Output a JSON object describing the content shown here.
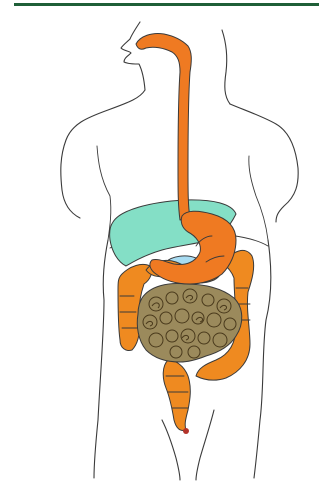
{
  "diagram": {
    "colors": {
      "frame_bar": "#1f5f38",
      "outline": "#3a3a3a",
      "esophagus_stomach": "#ef7a22",
      "liver": "#84dfc6",
      "gallbladder": "#a8dcf2",
      "small_intestine": "#9b8a5c",
      "small_intestine_coil": "#4a3a1c",
      "large_intestine": "#ef8a20",
      "large_intestine_shade": "#c8661a",
      "anus": "#b3332a"
    },
    "organs": [
      {
        "id": "esophagus",
        "color_key": "esophagus_stomach"
      },
      {
        "id": "stomach",
        "color_key": "esophagus_stomach"
      },
      {
        "id": "liver",
        "color_key": "liver"
      },
      {
        "id": "gallbladder",
        "color_key": "gallbladder"
      },
      {
        "id": "small-intestine",
        "color_key": "small_intestine"
      },
      {
        "id": "large-intestine",
        "color_key": "large_intestine"
      },
      {
        "id": "rectum",
        "color_key": "large_intestine"
      },
      {
        "id": "anus",
        "color_key": "anus"
      }
    ]
  }
}
